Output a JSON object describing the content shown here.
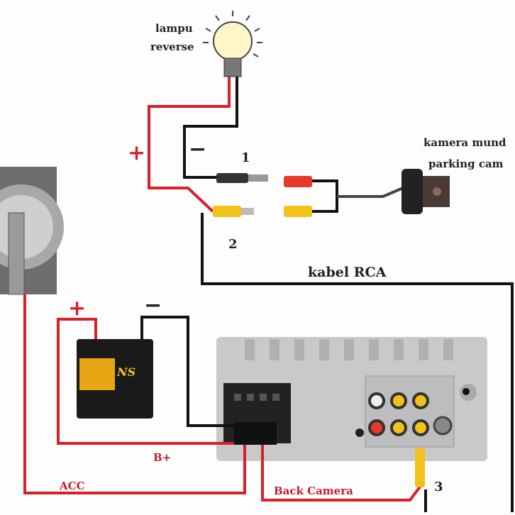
{
  "labels": {
    "lamp_line1": "lampu",
    "lamp_line2": "reverse",
    "plus_lamp": "+",
    "minus_lamp": "−",
    "num1": "1",
    "num2": "2",
    "camera_line1": "kamera mund",
    "camera_line2": "parking cam",
    "rca_cable": "kabel RCA",
    "plus_battery": "+",
    "minus_battery": "−",
    "b_plus": "B+",
    "acc": "ACC",
    "back_camera": "Back Camera",
    "num3": "3",
    "battery_brand": "NS"
  },
  "colors": {
    "positive_wire": "#d8202a",
    "negative_wire": "#111111",
    "rca_yellow": "#f2c21b",
    "rca_red": "#e53a2a",
    "head_unit": "#c9c9c9"
  }
}
